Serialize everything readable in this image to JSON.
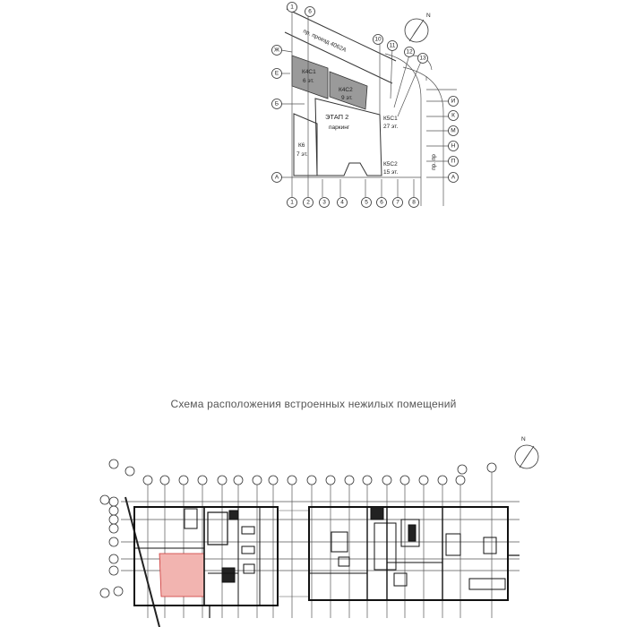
{
  "keyplan": {
    "road": "пр. проезд 4062А",
    "road_side": "пр. пр",
    "k4c1": {
      "name": "К4С1",
      "floors": "6 эт."
    },
    "k4c2": {
      "name": "К4С2",
      "floors": "9 эт."
    },
    "stage": "ЭТАП 2",
    "parking": "паркинг",
    "k5c1": {
      "name": "К5С1",
      "floors": "27 эт."
    },
    "k5c2": {
      "name": "К5С2",
      "floors": "15 эт."
    },
    "k6": {
      "name": "К6",
      "floors": "7 эт."
    },
    "axes_top": [
      "1",
      "6",
      "10",
      "11",
      "12",
      "13"
    ],
    "axes_left": [
      "Ж",
      "Е",
      "Б",
      "А"
    ],
    "axes_right": [
      "И",
      "К",
      "М",
      "Н",
      "П",
      "А"
    ],
    "axes_bottom": [
      "1",
      "2",
      "3",
      "4",
      "5",
      "6",
      "7",
      "8"
    ],
    "north": "N"
  },
  "plan": {
    "title": "Схема расположения встроенных нежилых помещений",
    "north": "N",
    "highlight_color": "#f2b4b0"
  }
}
